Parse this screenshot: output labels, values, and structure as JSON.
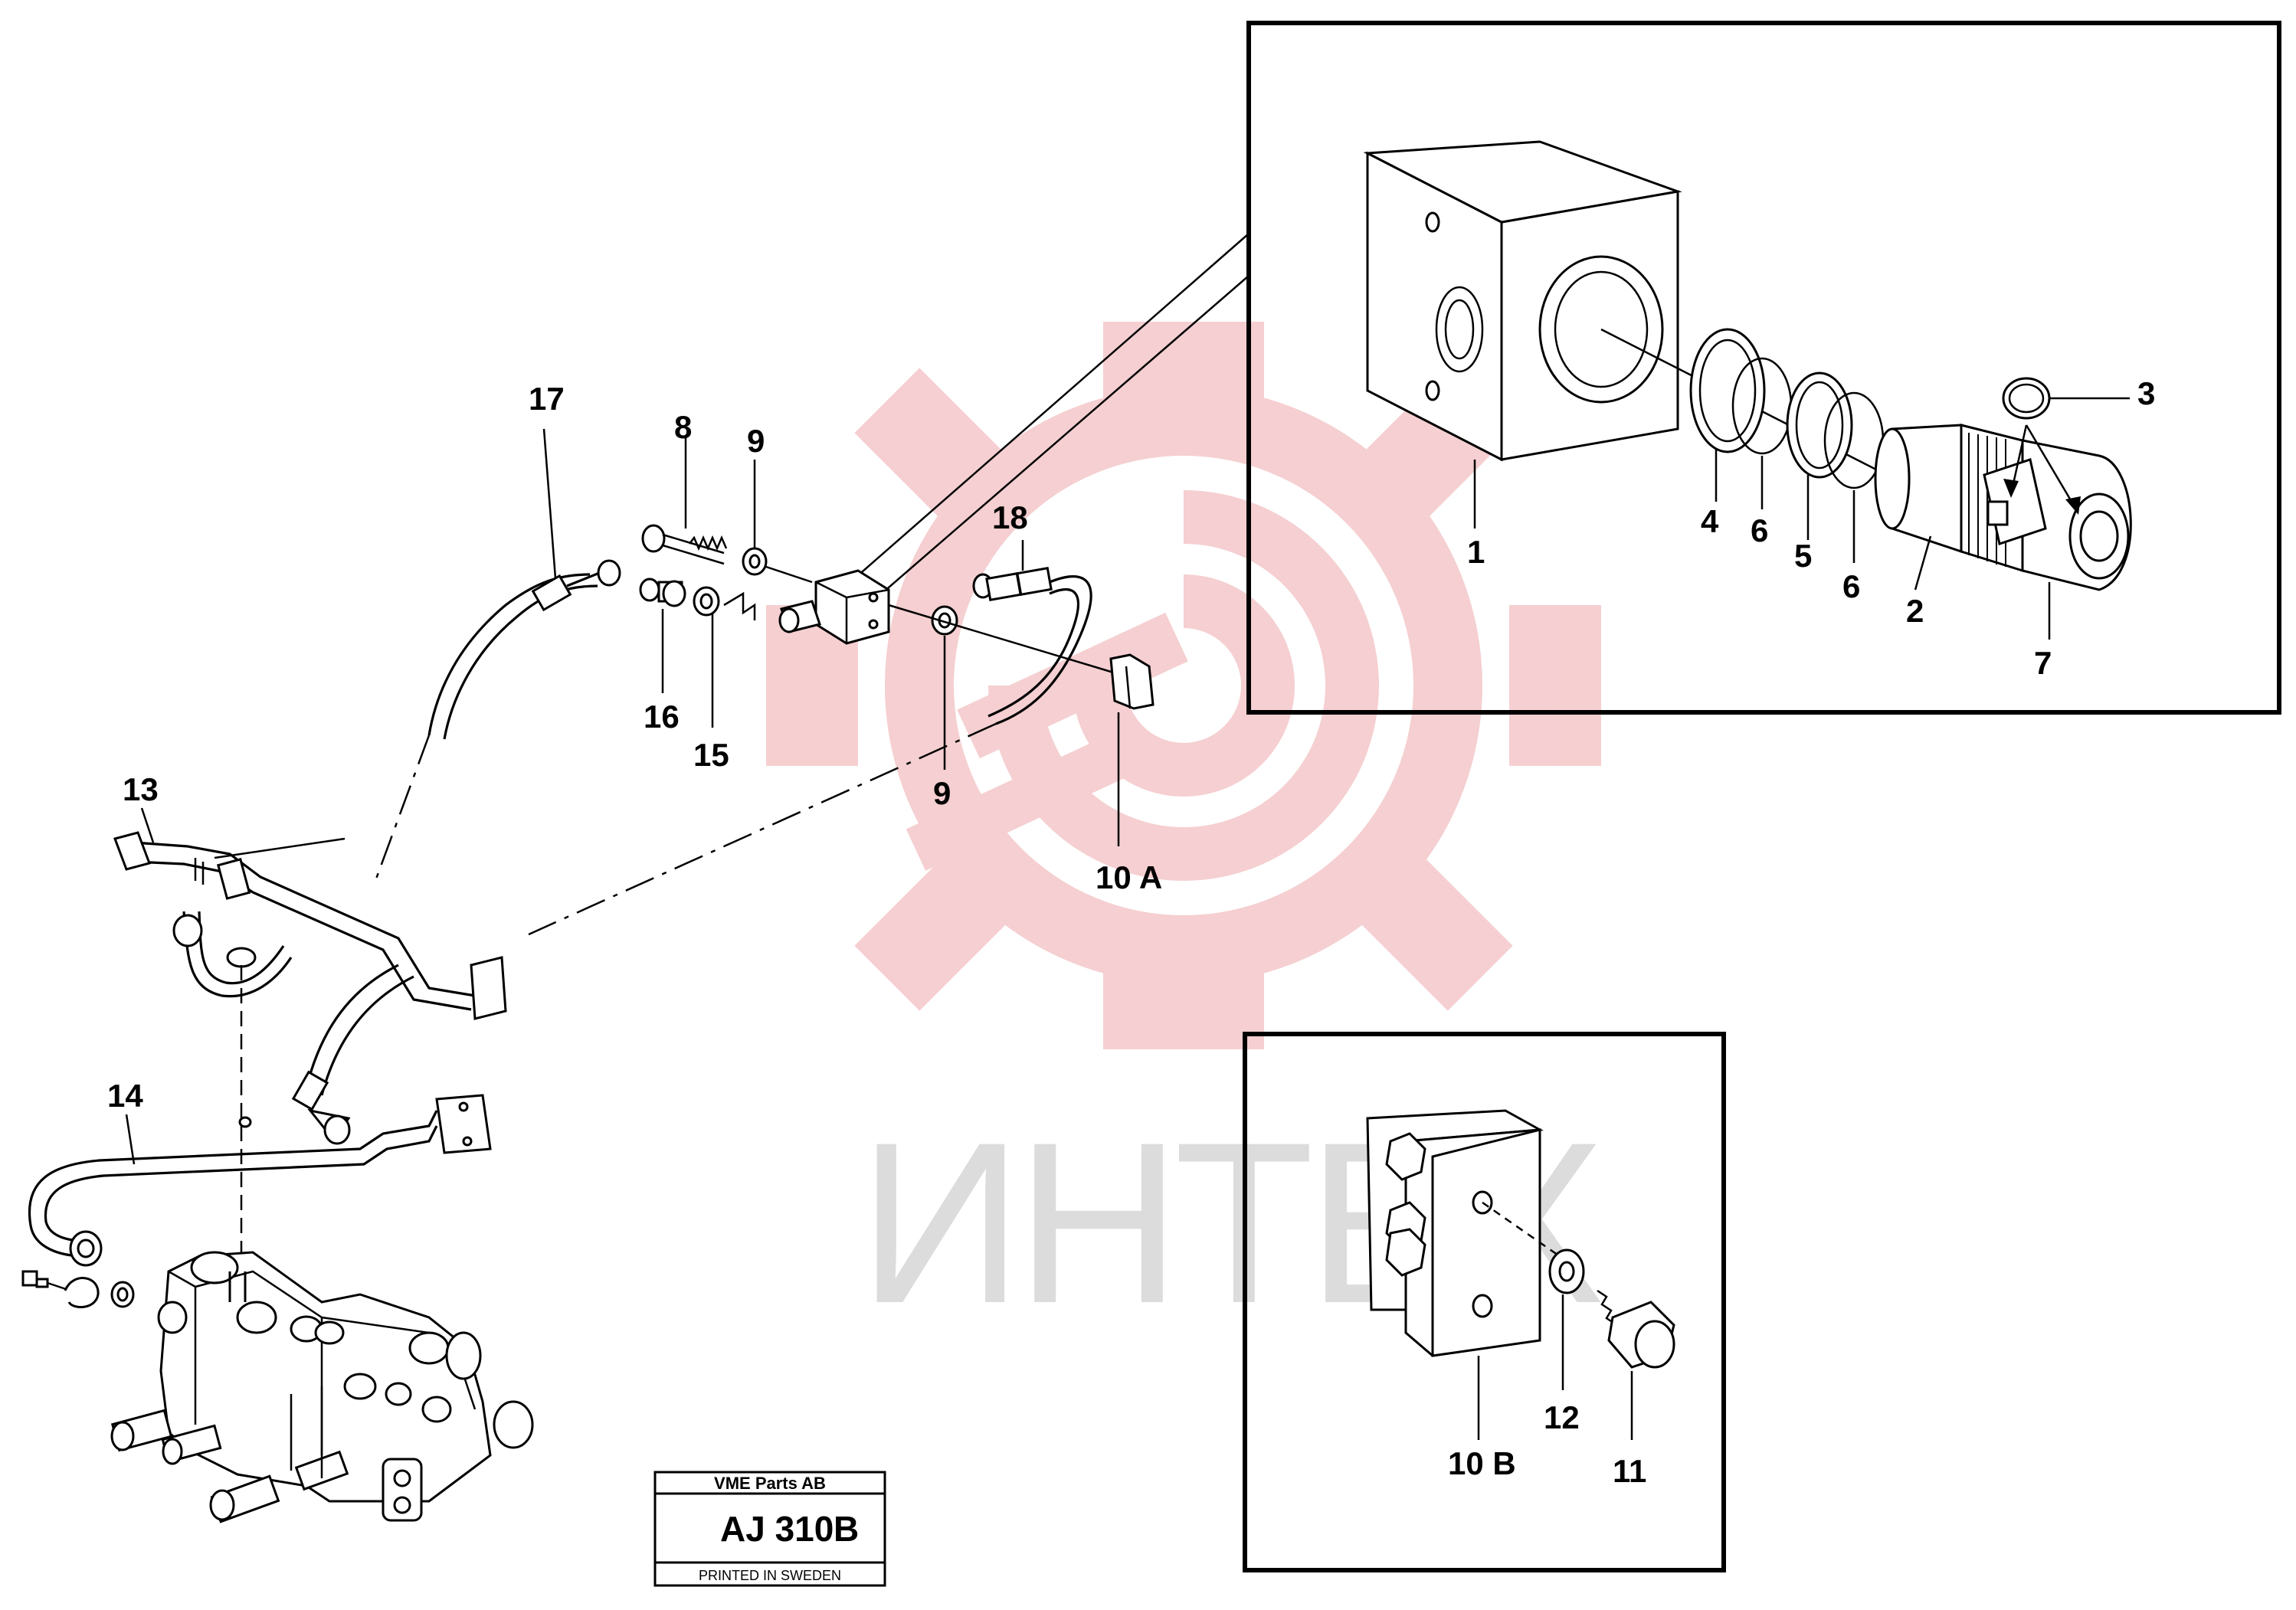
{
  "watermark": {
    "text": "ИНТЕХ",
    "gear_color": "#f4c7c9",
    "text_color": "#dcdcdc"
  },
  "stamp": {
    "company": "VME Parts AB",
    "code": "AJ 310",
    "code_suffix": "B",
    "printed": "PRINTED IN SWEDEN"
  },
  "callouts": {
    "p1": "1",
    "p2": "2",
    "p3": "3",
    "p4": "4",
    "p5": "5",
    "p6a": "6",
    "p6b": "6",
    "p7": "7",
    "p8": "8",
    "p9a": "9",
    "p9b": "9",
    "p10a": "10 A",
    "p10b": "10 B",
    "p11": "11",
    "p12": "12",
    "p13": "13",
    "p14": "14",
    "p15": "15",
    "p16": "16",
    "p17": "17",
    "p18": "18"
  }
}
